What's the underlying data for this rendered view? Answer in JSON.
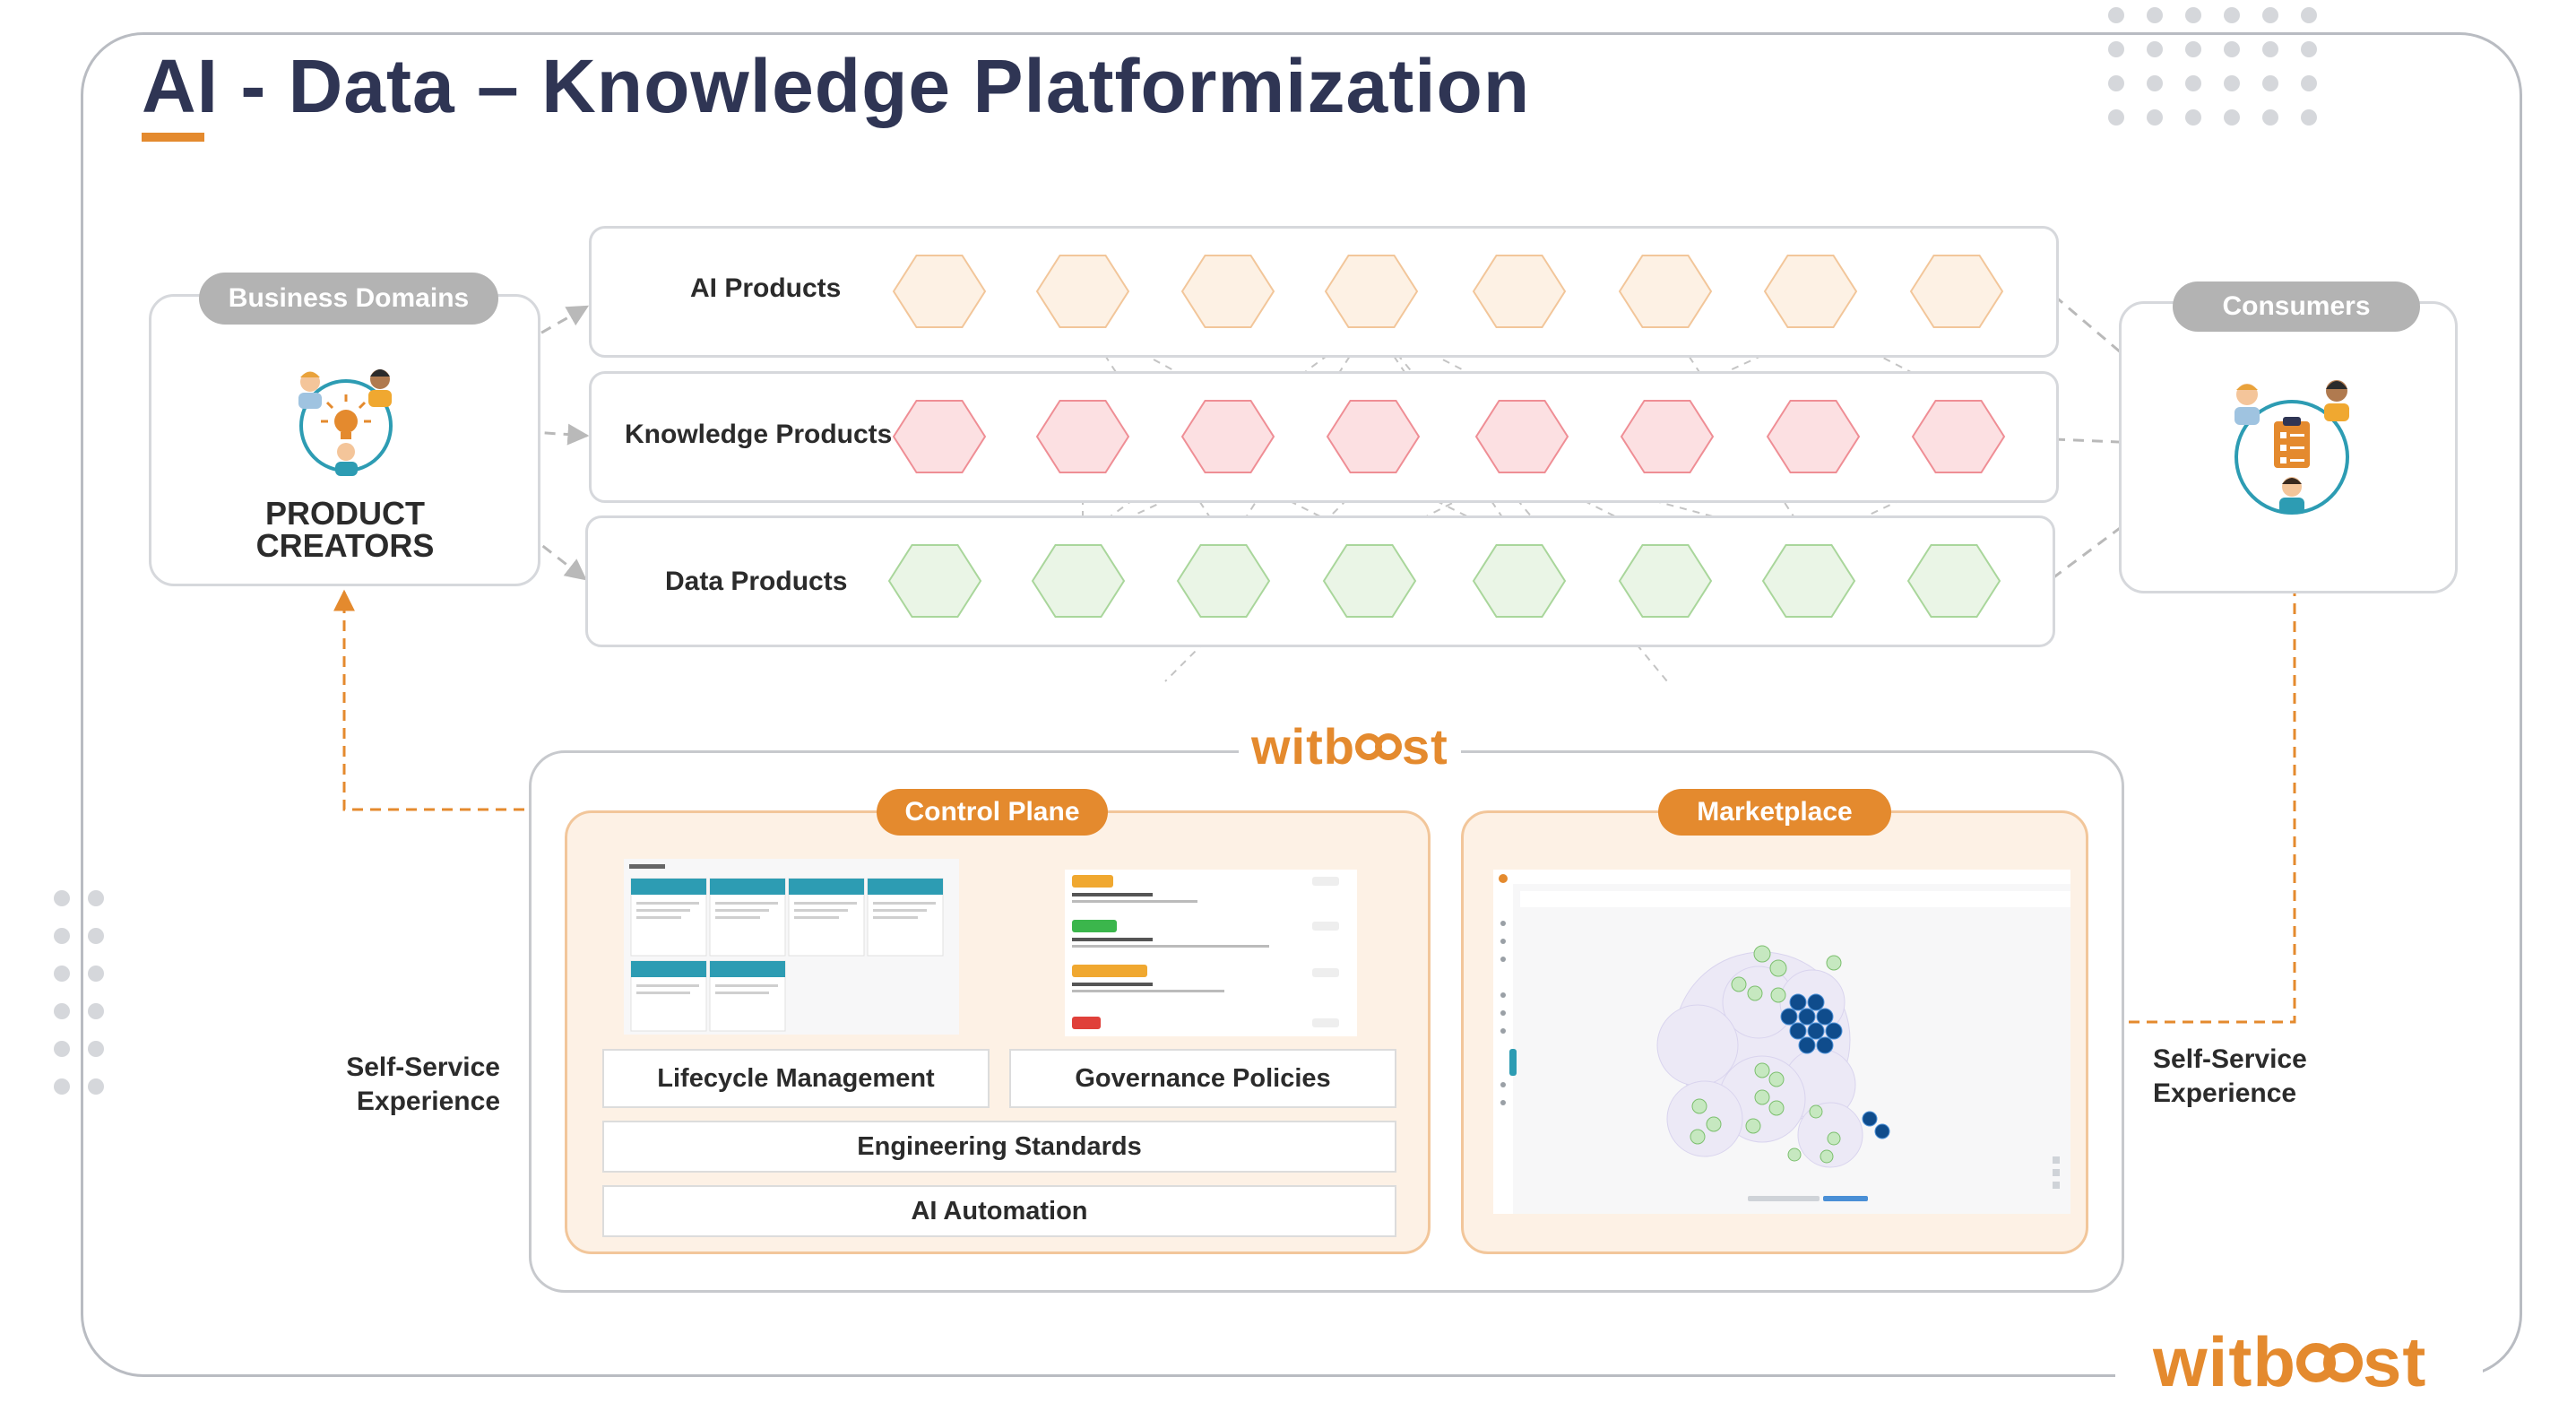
{
  "title": "AI - Data – Knowledge Platformization",
  "left": {
    "pill": "Business Domains",
    "creators_line1": "PRODUCT",
    "creators_line2": "CREATORS"
  },
  "right": {
    "pill": "Consumers"
  },
  "rows": [
    {
      "label": "AI Products",
      "fill": "#fdf1e4",
      "stroke": "#f2c69a"
    },
    {
      "label": "Knowledge Products",
      "fill": "#fce0e2",
      "stroke": "#ef8e95"
    },
    {
      "label": "Data Products",
      "fill": "#eaf5e6",
      "stroke": "#a9d69b"
    }
  ],
  "self_service_left": {
    "line1": "Self-Service",
    "line2": "Experience"
  },
  "self_service_right": {
    "line1": "Self-Service",
    "line2": "Experience"
  },
  "brand": {
    "pre": "witb",
    "post": "st"
  },
  "control_plane": {
    "pill": "Control Plane",
    "capabilities": {
      "lifecycle": "Lifecycle Management",
      "governance": "Governance Policies",
      "engineering": "Engineering Standards",
      "automation": "AI Automation"
    }
  },
  "marketplace": {
    "pill": "Marketplace"
  },
  "colors": {
    "navy": "#2f3554",
    "orange": "#e48a2e",
    "grey_pill": "#b3b3b3",
    "teal": "#2d9cb3"
  }
}
